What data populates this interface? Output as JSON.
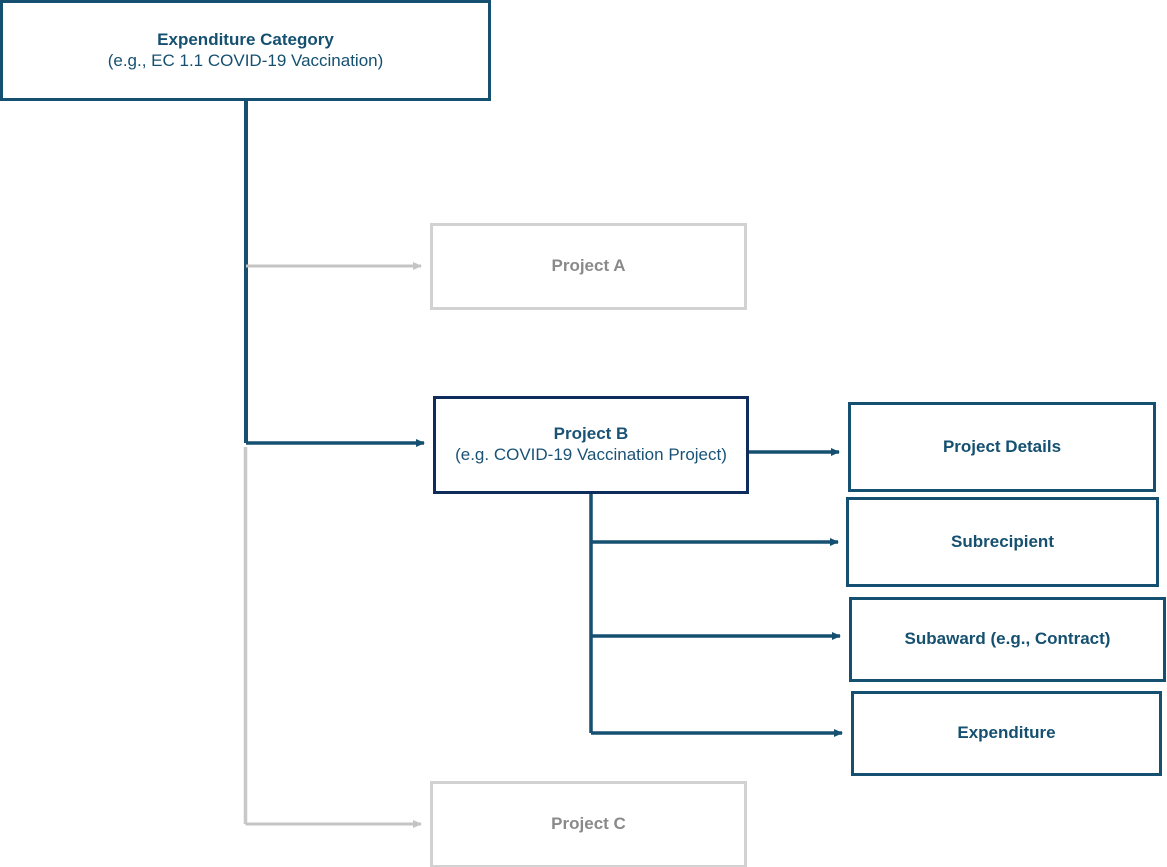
{
  "diagram": {
    "title": "Expenditure Category reporting hierarchy",
    "type": "flowchart",
    "colors": {
      "teal": "#155070",
      "navy": "#0e2c5c",
      "text_blue": "#1a5276",
      "muted_border": "#d2d2d2",
      "muted_text": "#8a8a8a",
      "background": "#ffffff"
    }
  },
  "nodes": {
    "expenditure_category": {
      "title": "Expenditure Category",
      "subtitle": "(e.g., EC 1.1 COVID-19 Vaccination)"
    },
    "project_a": {
      "title": "Project A"
    },
    "project_b": {
      "title": "Project B",
      "subtitle": "(e.g. COVID-19 Vaccination Project)"
    },
    "project_c": {
      "title": "Project C"
    },
    "project_details": {
      "title": "Project Details"
    },
    "subrecipient": {
      "title": "Subrecipient"
    },
    "subaward": {
      "title": "Subaward (e.g., Contract)"
    },
    "expenditure": {
      "title": "Expenditure"
    }
  },
  "edges": [
    {
      "from": "expenditure_category",
      "to": "project_a",
      "style": "muted"
    },
    {
      "from": "expenditure_category",
      "to": "project_b",
      "style": "teal"
    },
    {
      "from": "expenditure_category",
      "to": "project_c",
      "style": "muted"
    },
    {
      "from": "project_b",
      "to": "project_details",
      "style": "teal"
    },
    {
      "from": "project_b",
      "to": "subrecipient",
      "style": "teal"
    },
    {
      "from": "project_b",
      "to": "subaward",
      "style": "teal"
    },
    {
      "from": "project_b",
      "to": "expenditure",
      "style": "teal"
    }
  ]
}
